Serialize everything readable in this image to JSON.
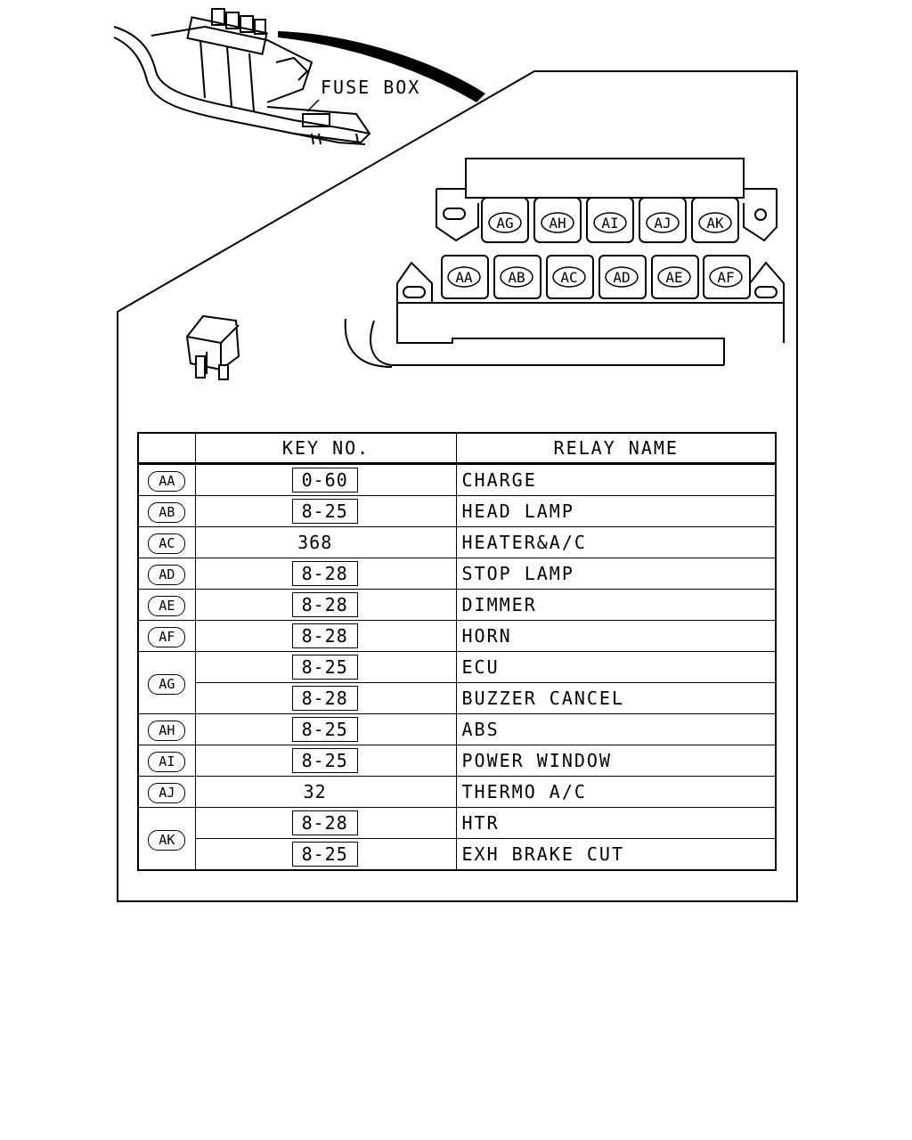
{
  "header_label": "FUSE BOX",
  "top_row": [
    "AG",
    "AH",
    "AI",
    "AJ",
    "AK"
  ],
  "bottom_row": [
    "AA",
    "AB",
    "AC",
    "AD",
    "AE",
    "AF"
  ],
  "table": {
    "columns": [
      "",
      "KEY NO.",
      "RELAY NAME"
    ],
    "rows": [
      {
        "code": "AA",
        "key": "0-60",
        "boxed": true,
        "name": "CHARGE"
      },
      {
        "code": "AB",
        "key": "8-25",
        "boxed": true,
        "name": "HEAD LAMP"
      },
      {
        "code": "AC",
        "key": "368",
        "boxed": false,
        "name": "HEATER&A/C"
      },
      {
        "code": "AD",
        "key": "8-28",
        "boxed": true,
        "name": "STOP LAMP"
      },
      {
        "code": "AE",
        "key": "8-28",
        "boxed": true,
        "name": "DIMMER"
      },
      {
        "code": "AF",
        "key": "8-28",
        "boxed": true,
        "name": "HORN"
      },
      {
        "code": "AG",
        "key": "8-25",
        "boxed": true,
        "name": "ECU",
        "rowspan": 2
      },
      {
        "code": "",
        "key": "8-28",
        "boxed": true,
        "name": "BUZZER CANCEL"
      },
      {
        "code": "AH",
        "key": "8-25",
        "boxed": true,
        "name": "ABS"
      },
      {
        "code": "AI",
        "key": "8-25",
        "boxed": true,
        "name": "POWER WINDOW"
      },
      {
        "code": "AJ",
        "key": "32",
        "boxed": false,
        "name": "THERMO A/C"
      },
      {
        "code": "AK",
        "key": "8-28",
        "boxed": true,
        "name": "HTR",
        "rowspan": 2
      },
      {
        "code": "",
        "key": "8-25",
        "boxed": true,
        "name": "EXH BRAKE CUT"
      }
    ]
  }
}
